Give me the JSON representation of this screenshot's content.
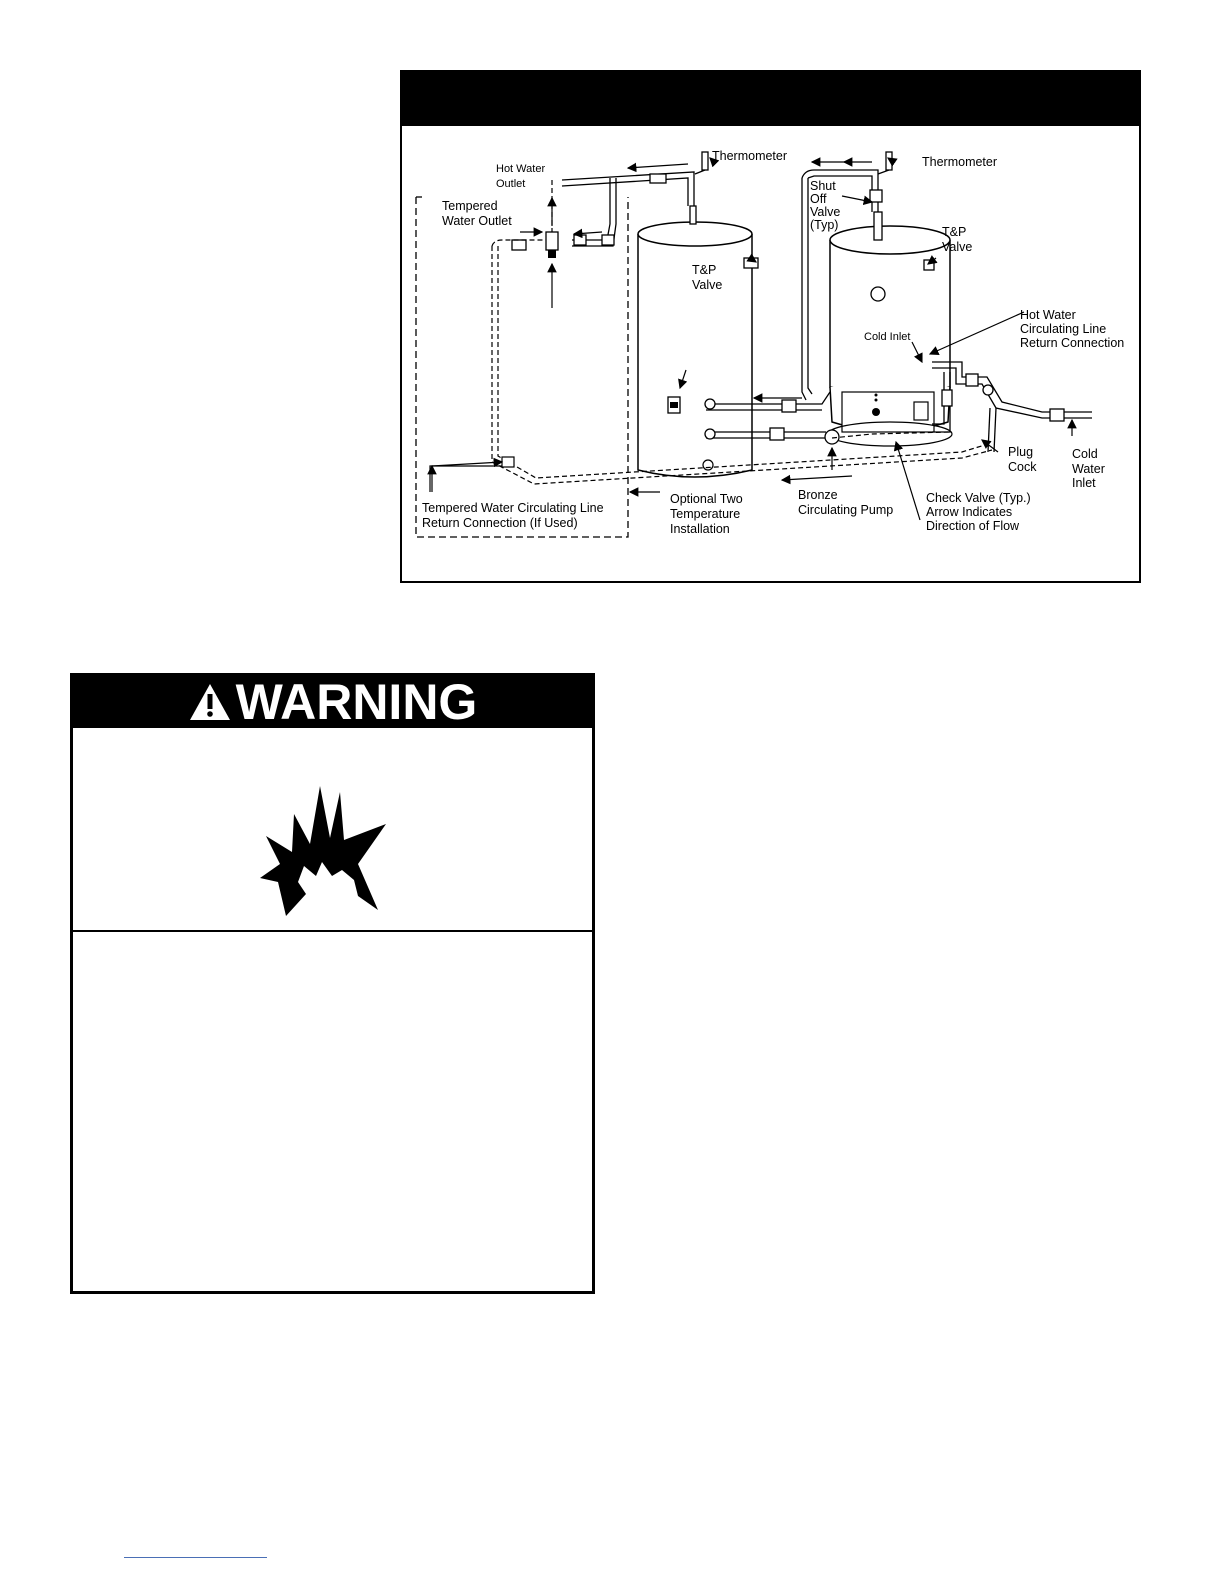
{
  "figure": {
    "labels": {
      "thermometer_left": "Thermometer",
      "thermometer_right": "Thermometer",
      "hot_water_outlet_1": "Hot Water",
      "hot_water_outlet_2": "Outlet",
      "tempered_outlet_1": "Tempered",
      "tempered_outlet_2": "Water Outlet",
      "tp_valve_left_1": "T&P",
      "tp_valve_left_2": "Valve",
      "shut_off_1": "Shut",
      "shut_off_2": "Off",
      "shut_off_3": "Valve",
      "shut_off_4": "(Typ)",
      "tp_valve_right_1": "T&P",
      "tp_valve_right_2": "Valve",
      "hw_circ_1": "Hot Water",
      "hw_circ_2": "Circulating Line",
      "hw_circ_3": "Return Connection",
      "cold_inlet": "Cold Inlet",
      "plug_cock_1": "Plug",
      "plug_cock_2": "Cock",
      "cold_water_inlet_1": "Cold",
      "cold_water_inlet_2": "Water",
      "cold_water_inlet_3": "Inlet",
      "tempered_circ_1": "Tempered Water Circulating Line",
      "tempered_circ_2": "Return Connection (If Used)",
      "optional_1": "Optional Two",
      "optional_2": "Temperature",
      "optional_3": "Installation",
      "bronze_pump_1": "Bronze",
      "bronze_pump_2": "Circulating Pump",
      "check_valve_1": "Check Valve (Typ.)",
      "check_valve_2": "Arrow Indicates",
      "check_valve_3": "Direction of Flow"
    }
  },
  "warning": {
    "title": "WARNING",
    "icons": {
      "header": "warning-triangle-icon",
      "hazard": "explosion-icon"
    },
    "colors": {
      "header_bg": "#000000",
      "header_text": "#ffffff"
    }
  }
}
